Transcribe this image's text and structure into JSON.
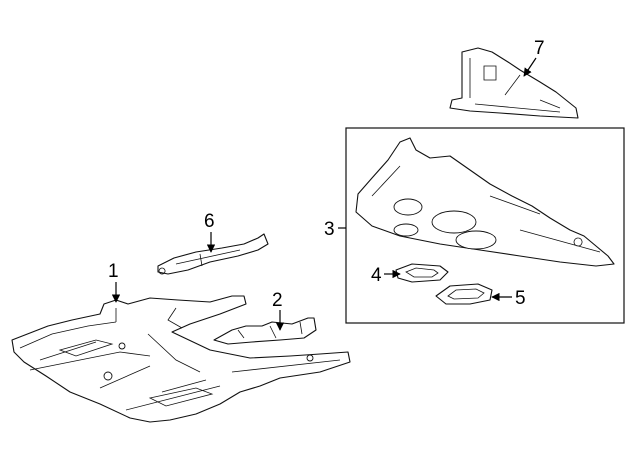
{
  "diagram": {
    "callouts": {
      "p1": "1",
      "p2": "2",
      "p3": "3",
      "p4": "4",
      "p5": "5",
      "p6": "6",
      "p7": "7"
    }
  }
}
